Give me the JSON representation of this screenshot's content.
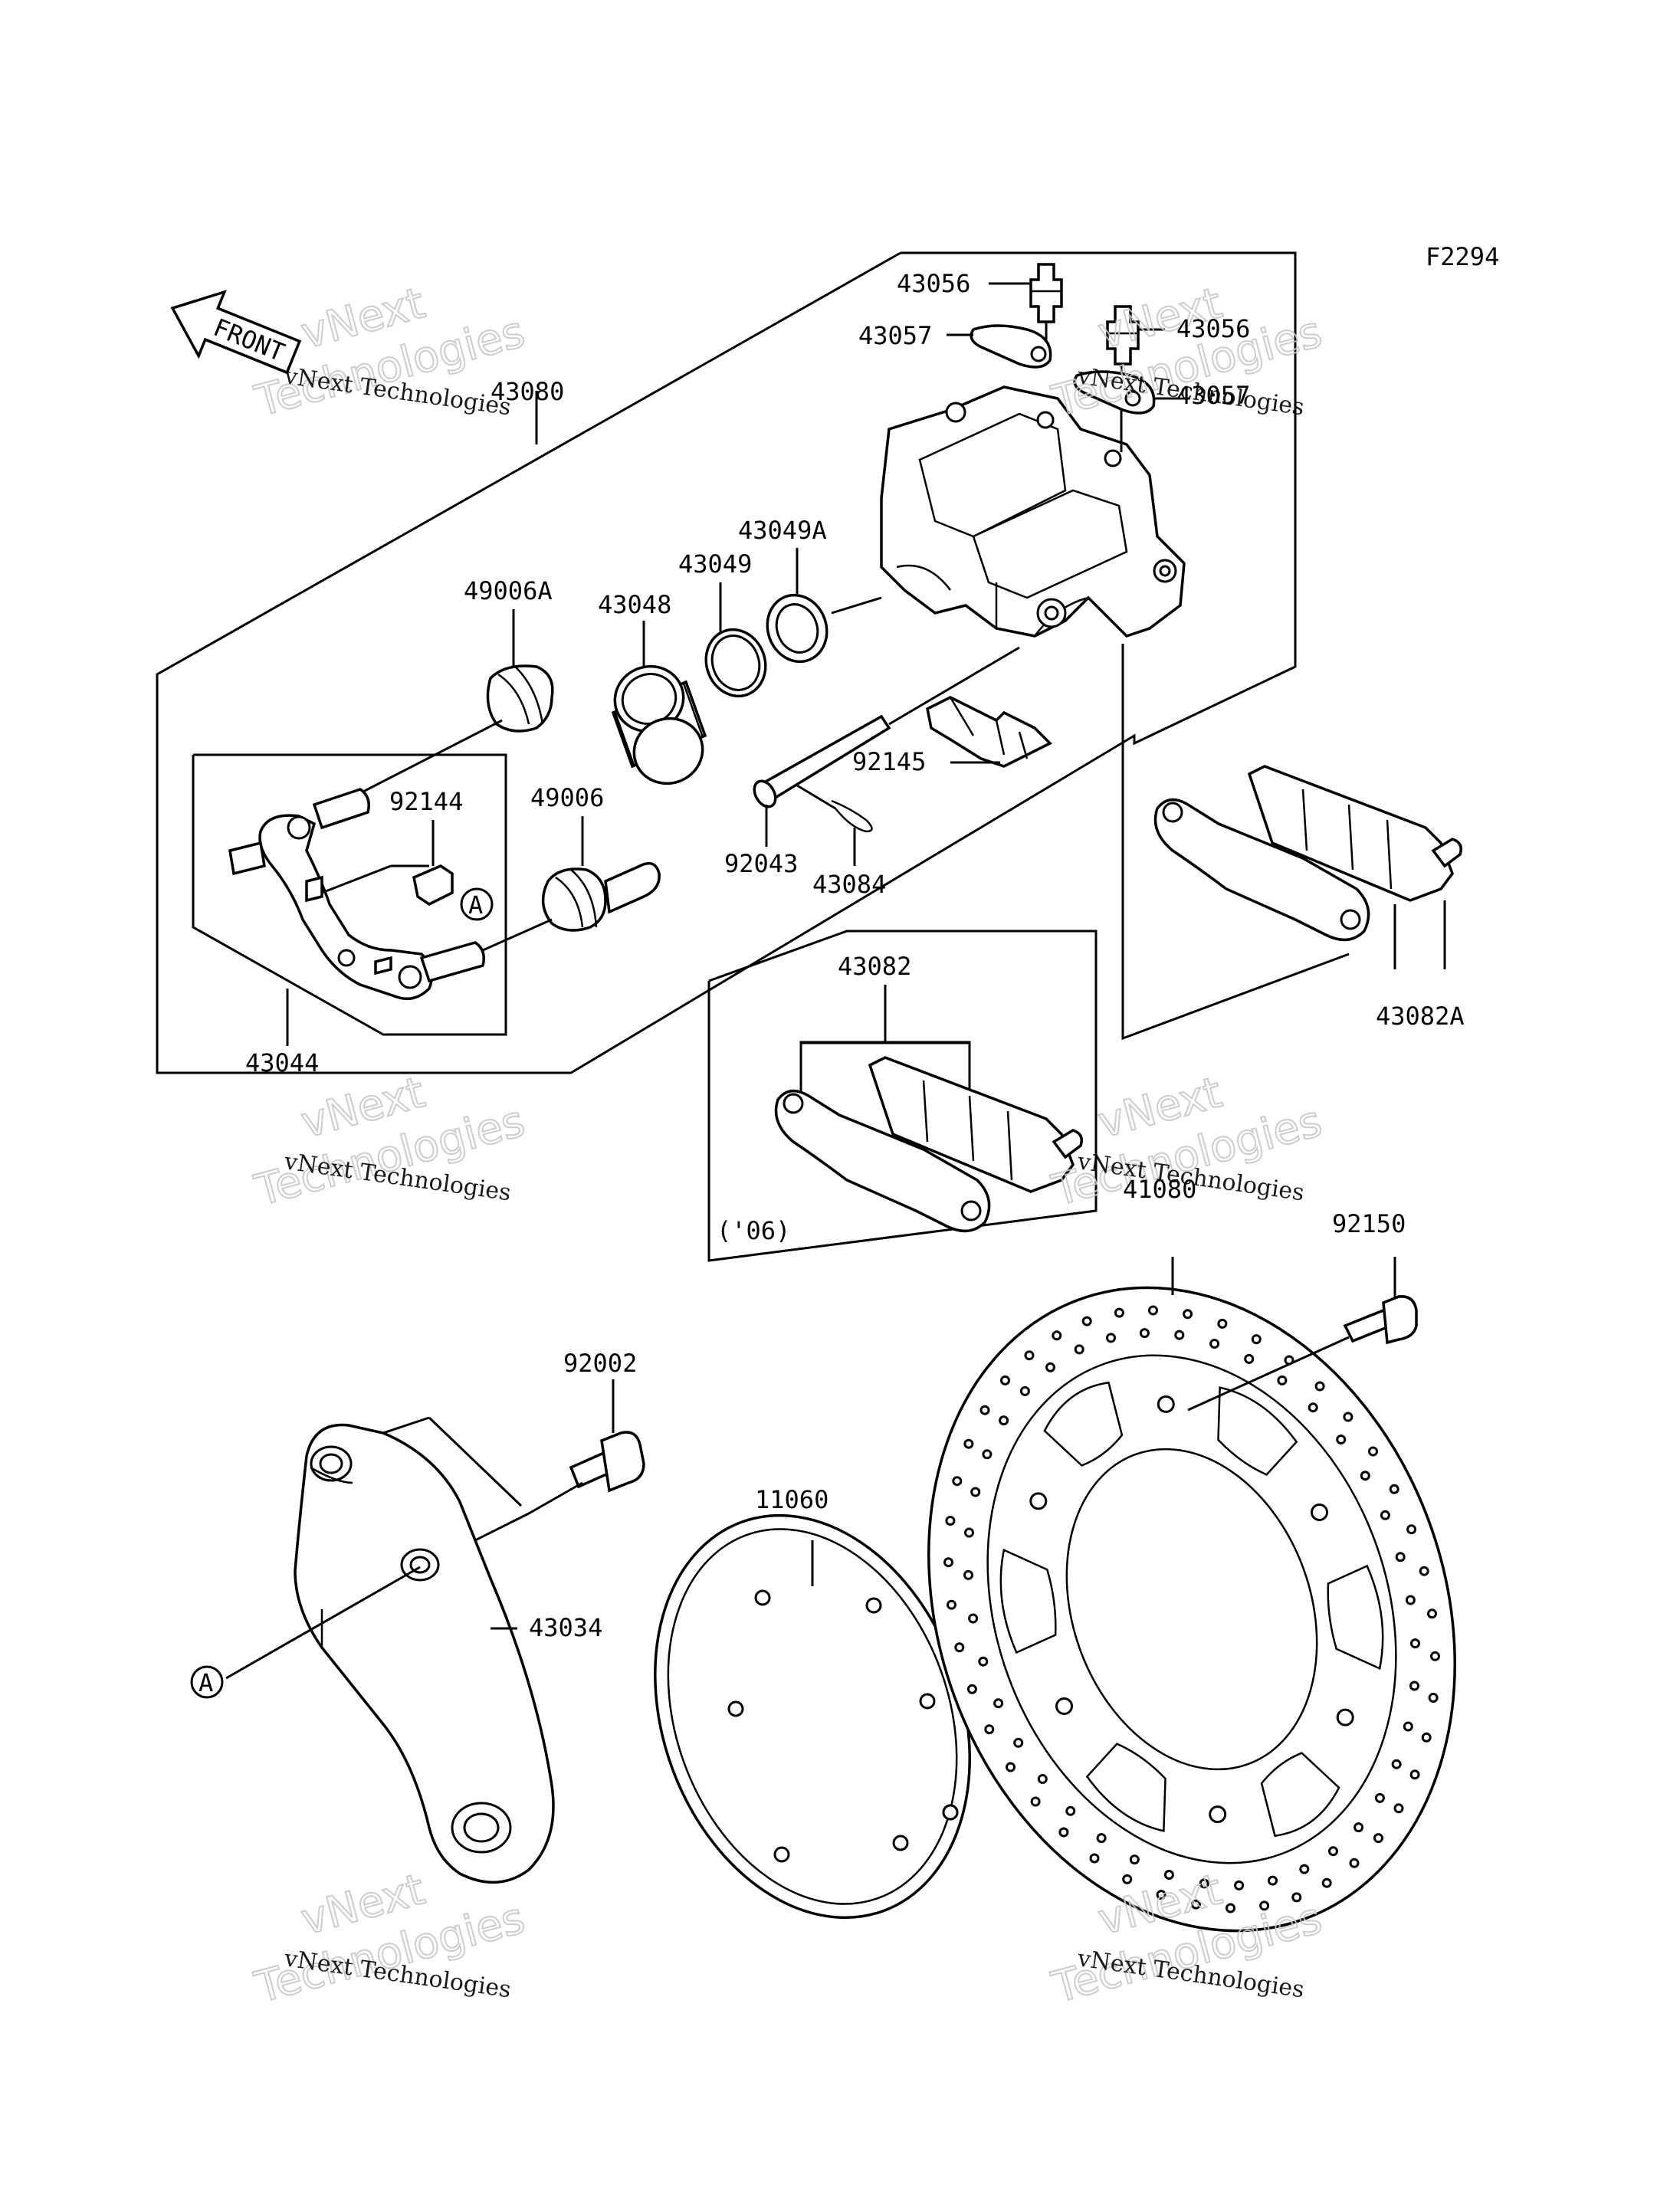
{
  "figure_code": "F2294",
  "front_label": "FRONT",
  "watermark": {
    "line1": "vNext",
    "line2": "Technologies",
    "small": "vNext Technologies"
  },
  "labels": {
    "p43056a": "43056",
    "p43056b": "43056",
    "p43057a": "43057",
    "p43057b": "43057",
    "p43080": "43080",
    "p43049A": "43049A",
    "p43049": "43049",
    "p49006A": "49006A",
    "p43048": "43048",
    "p92144": "92144",
    "p49006": "49006",
    "p92145": "92145",
    "p92043": "92043",
    "p43084": "43084",
    "p43044": "43044",
    "p43082": "43082",
    "p43082A": "43082A",
    "p06": "('06)",
    "p41080": "41080",
    "p92150": "92150",
    "p92002": "92002",
    "p11060": "11060",
    "p43034": "43034",
    "refA1": "A",
    "refA2": "A"
  }
}
